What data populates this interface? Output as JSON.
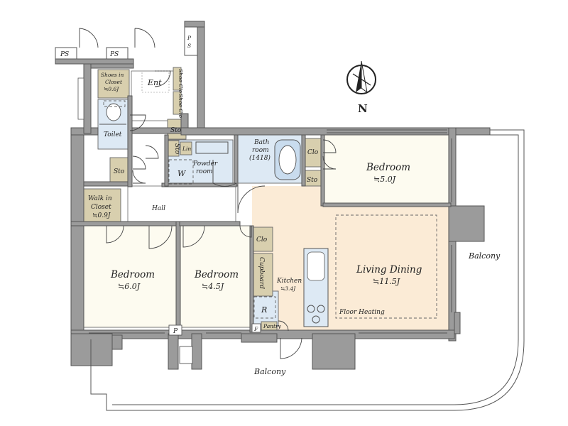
{
  "labels": {
    "ps_left": "PS",
    "ps_mid": "PS",
    "ps_right_p": "P",
    "ps_right_s": "S",
    "shoes_closet_1": "Shoes in",
    "shoes_closet_2": "Closet",
    "shoes_closet_3": "≒0.6J",
    "ent": "Ent",
    "shoe_clo_1": "Shoe Clo",
    "shoe_clo_2": "Shoe Clo",
    "toilet": "Toilet",
    "sto_a": "Sto",
    "sto_b": "Sto",
    "sto_c": "Sto",
    "sto_d": "Sto",
    "lin": "Lin",
    "bath_1": "Bath",
    "bath_2": "room",
    "bath_3": "(1418)",
    "powder_1": "Powder",
    "powder_2": "room",
    "w": "W",
    "clo_a": "Clo",
    "clo_b": "Clo",
    "walkin_1": "Walk in",
    "walkin_2": "Closet",
    "walkin_3": "≒0.9J",
    "hall": "Hall",
    "bed_ne_name": "Bedroom",
    "bed_ne_size": "≒5.0J",
    "bed_sw_name": "Bedroom",
    "bed_sw_size": "≒6.0J",
    "bed_sc_name": "Bedroom",
    "bed_sc_size": "≒4.5J",
    "cupboard": "Cupboard",
    "kitchen_name": "Kitchen",
    "kitchen_size": "≒3.4J",
    "r": "R",
    "pantry": "Pantry",
    "p_small": "P",
    "f_small": "F",
    "living_name": "Living Dining",
    "living_size": "≒11.5J",
    "floor_heating": "Floor Heating",
    "balcony_south": "Balcony",
    "balcony_east": "Balcony",
    "north": "N"
  },
  "colors": {
    "wall": "#9b9b9b",
    "storage": "#d8cfae",
    "wet_area": "#dde9f4",
    "bedroom": "#fdfbf0",
    "living": "#fbebd6"
  }
}
